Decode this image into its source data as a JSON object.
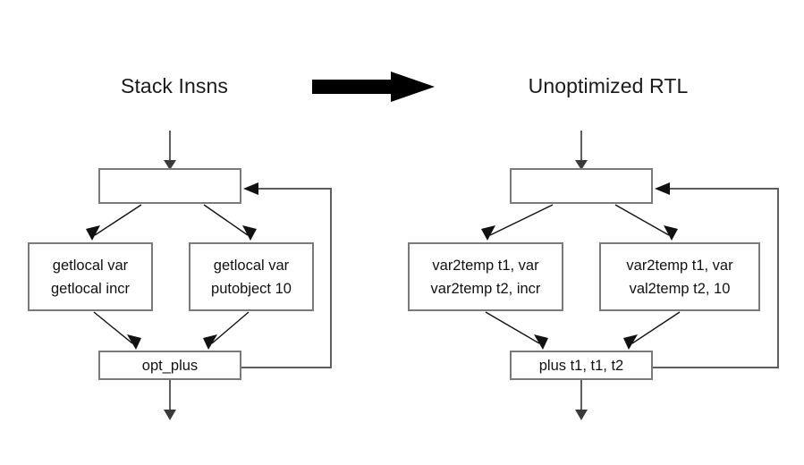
{
  "diagram": {
    "title_left": "Stack Insns",
    "title_right": "Unoptimized RTL",
    "transform_arrow": "right-arrow",
    "colors": {
      "box_border": "#7a7a7a",
      "edge": "#5e5e5e",
      "edge_dark": "#111111",
      "background": "#ffffff",
      "text": "#111111",
      "big_arrow": "#000000"
    },
    "left_graph": {
      "name": "stack-insns-cfg",
      "entry_label": "",
      "nodes": [
        {
          "id": "entry",
          "lines": []
        },
        {
          "id": "left-block",
          "lines": [
            "getlocal var",
            "getlocal incr"
          ]
        },
        {
          "id": "right-block",
          "lines": [
            "getlocal var",
            "putobject 10"
          ]
        },
        {
          "id": "join-block",
          "lines": [
            "opt_plus"
          ]
        }
      ],
      "edges": [
        {
          "from": "in",
          "to": "entry"
        },
        {
          "from": "entry",
          "to": "left-block"
        },
        {
          "from": "entry",
          "to": "right-block"
        },
        {
          "from": "left-block",
          "to": "join-block"
        },
        {
          "from": "right-block",
          "to": "join-block"
        },
        {
          "from": "join-block",
          "to": "entry",
          "style": "loop-back"
        },
        {
          "from": "join-block",
          "to": "out"
        }
      ]
    },
    "right_graph": {
      "name": "unoptimized-rtl-cfg",
      "entry_label": "",
      "nodes": [
        {
          "id": "entry",
          "lines": []
        },
        {
          "id": "left-block",
          "lines": [
            "var2temp t1, var",
            "var2temp t2, incr"
          ]
        },
        {
          "id": "right-block",
          "lines": [
            "var2temp t1, var",
            "val2temp t2, 10"
          ]
        },
        {
          "id": "join-block",
          "lines": [
            "plus t1, t1, t2"
          ]
        }
      ],
      "edges": [
        {
          "from": "in",
          "to": "entry"
        },
        {
          "from": "entry",
          "to": "left-block"
        },
        {
          "from": "entry",
          "to": "right-block"
        },
        {
          "from": "left-block",
          "to": "join-block"
        },
        {
          "from": "right-block",
          "to": "join-block"
        },
        {
          "from": "join-block",
          "to": "entry",
          "style": "loop-back"
        },
        {
          "from": "join-block",
          "to": "out"
        }
      ]
    }
  }
}
